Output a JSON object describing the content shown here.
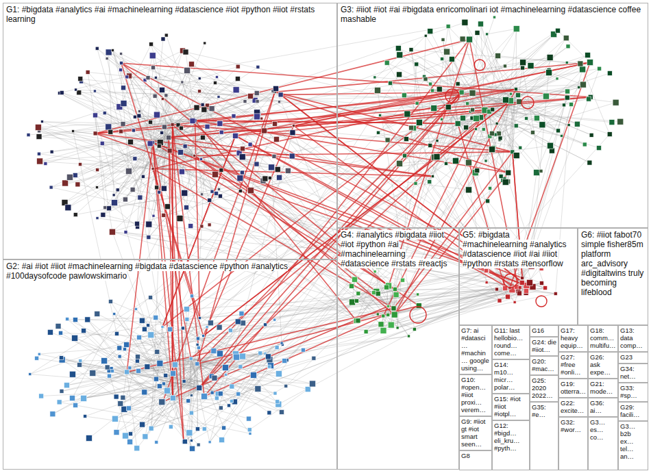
{
  "diagram": {
    "nodes": [
      {
        "text": [
          "G1: #bigdata #analytics #ai #machinelearning #datascience #iot #python #iiot #rstats learning"
        ]
      },
      {
        "text": [
          "G3: #iiot #iot #ai #bigdata enricomolinari iot #machinelearning #datascience coffee mashable"
        ]
      },
      {
        "text": [
          "G2: #ai #iot #iiot #machinelearning #bigdata #datascience #python #analytics #100daysofcode pawlowskimario"
        ]
      },
      {
        "text": [
          "G4: #analytics #bigdata #iiot #iot #python #ai #machinelearning #datascience #rstats #reactjs"
        ]
      },
      {
        "text": [
          "G5: #bigdata #machinelearning #analytics #datascience #iot #ai #iiot #python #rstats #tensorflow"
        ]
      },
      {
        "text": [
          "G6: #iiot fabot70 simple fisher85m platform arc_advisory #digitaltwins truly becoming lifeblood"
        ]
      },
      {
        "text": [
          "G7: ai #datasci… #machin… google using…"
        ]
      },
      {
        "text": [
          "G11: last hellobio… round… come…"
        ]
      },
      {
        "text": [
          "G16"
        ]
      },
      {
        "text": [
          "G17: heavy equip…"
        ]
      },
      {
        "text": [
          "G18: comm… multifu…"
        ]
      },
      {
        "text": [
          "G13: data comp…"
        ]
      },
      {
        "text": [
          "G14: m10… micr… polar…"
        ]
      },
      {
        "text": [
          "G24: die #iiot…"
        ]
      },
      {
        "text": [
          "G27: #free #onli…"
        ]
      },
      {
        "text": [
          "G26: ask expe…"
        ]
      },
      {
        "text": [
          "G23"
        ]
      },
      {
        "text": [
          "G10: #open… #iiot proxi… verem…"
        ]
      },
      {
        "text": [
          "G20: #mac…"
        ]
      },
      {
        "text": [
          "G21: mode…"
        ]
      },
      {
        "text": [
          "G34: net…"
        ]
      },
      {
        "text": [
          "G33: #sp…"
        ]
      },
      {
        "text": [
          "G15: #iot #iiot #iotpl…"
        ]
      },
      {
        "text": [
          "G19: otterra…"
        ]
      },
      {
        "text": [
          "G36: ai…"
        ]
      },
      {
        "text": [
          "G32: #wor…"
        ]
      },
      {
        "text": [
          "G29: facili…"
        ]
      },
      {
        "text": [
          "G9: #iiot gt #iot smart seen…"
        ]
      },
      {
        "text": [
          "G12: #bigd… eli_kru… #pyth…"
        ]
      },
      {
        "text": [
          "G25: 2020 2022…"
        ]
      },
      {
        "text": [
          "G22: excite…"
        ]
      },
      {
        "text": [
          "G35: #e…"
        ]
      },
      {
        "text": [
          "G3… es… co…"
        ]
      },
      {
        "text": [
          "G3… b2b ex… tel… an…"
        ]
      },
      {
        "text": [
          "G8"
        ]
      }
    ]
  }
}
